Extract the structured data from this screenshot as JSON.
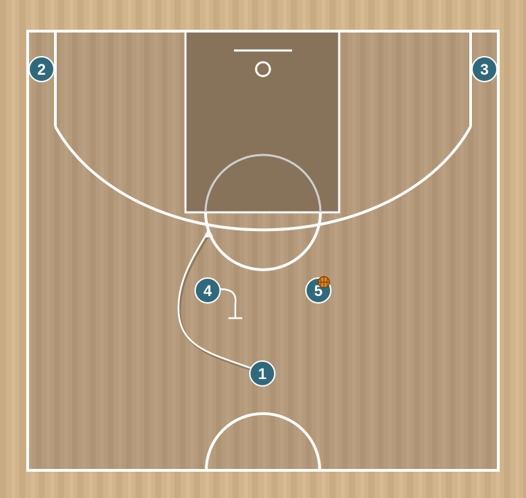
{
  "colors": {
    "floor": "#d2b48c",
    "court": "#b3997a",
    "paint": "#857159",
    "lines": "#ffffff",
    "player": "#2f6a7c",
    "ball": "#e08a1e"
  },
  "players": [
    {
      "id": "p1",
      "label": "1"
    },
    {
      "id": "p2",
      "label": "2"
    },
    {
      "id": "p3",
      "label": "3"
    },
    {
      "id": "p4",
      "label": "4"
    },
    {
      "id": "p5",
      "label": "5"
    }
  ],
  "ball_holder": "5",
  "actions": [
    {
      "type": "cut",
      "player": "1"
    },
    {
      "type": "screen",
      "player": "4"
    }
  ]
}
